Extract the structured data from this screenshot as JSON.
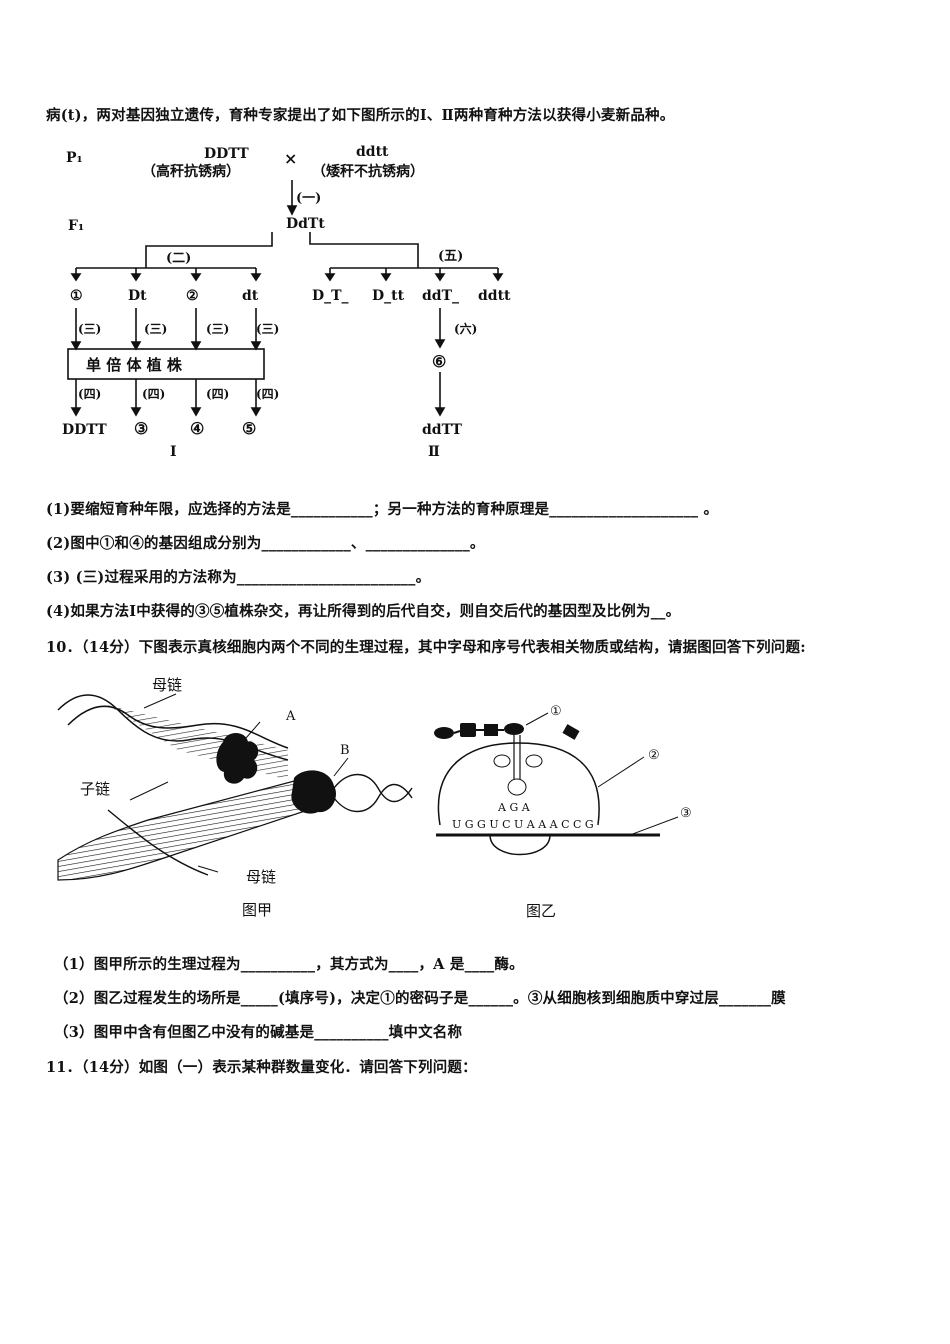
{
  "intro_line": "病(t)，两对基因独立遗传，育种专家提出了如下图所示的Ⅰ、Ⅱ两种育种方法以获得小麦新品种。",
  "breeding_diagram": {
    "p1_label": "P₁",
    "f1_label": "F₁",
    "parent1_genotype": "DDTT",
    "parent1_trait": "（高秆抗锈病）",
    "cross_symbol": "×",
    "parent2_genotype": "ddtt",
    "parent2_trait": "（矮秆不抗锈病）",
    "step1": "(一)",
    "f1_genotype": "DdTt",
    "step2": "(二)",
    "step5": "(五)",
    "gametes": [
      "①",
      "Dt",
      "②",
      "dt"
    ],
    "f2_groups": [
      "D_T_",
      "D_tt",
      "ddT_",
      "ddtt"
    ],
    "step3": "(三)",
    "step4": "(四)",
    "step6": "(六)",
    "haploid_box": "单 倍 体 植 株",
    "results_I": [
      "DDTT",
      "③",
      "④",
      "⑤"
    ],
    "circle6": "⑥",
    "result_II": "ddTT",
    "method_I": "Ⅰ",
    "method_II": "Ⅱ"
  },
  "q9": {
    "p1": "(1)要缩短育种年限，应选择的方法是___________；另一种方法的育种原理是____________________ 。",
    "p2": "(2)图中①和④的基因组成分别为____________、______________。",
    "p3": "(3) (三)过程采用的方法称为________________________。",
    "p4": "(4)如果方法Ⅰ中获得的③⑤植株杂交，再让所得到的后代自交，则自交后代的基因型及比例为__。"
  },
  "q10": {
    "header": "10．（14分）下图表示真核细胞内两个不同的生理过程，其中字母和序号代表相关物质或结构，请据图回答下列问题:",
    "fig_jia": {
      "mother_strand_top": "母链",
      "label_A": "A",
      "label_B": "B",
      "daughter_strand": "子链",
      "mother_strand_bottom": "母链",
      "caption": "图甲"
    },
    "fig_yi": {
      "label_1": "①",
      "label_2": "②",
      "label_3": "③",
      "anticodon": "A G A",
      "mrna": "U G G U C U A A A C C G",
      "caption": "图乙"
    },
    "p1": "（1）图甲所示的生理过程为__________，其方式为____，A 是____酶。",
    "p2": "（2）图乙过程发生的场所是_____(填序号)，决定①的密码子是______。③从细胞核到细胞质中穿过层_______膜",
    "p3": "（3）图甲中含有但图乙中没有的碱基是__________填中文名称"
  },
  "q11": {
    "header": "11．（14分）如图（一）表示某种群数量变化．请回答下列问题："
  }
}
